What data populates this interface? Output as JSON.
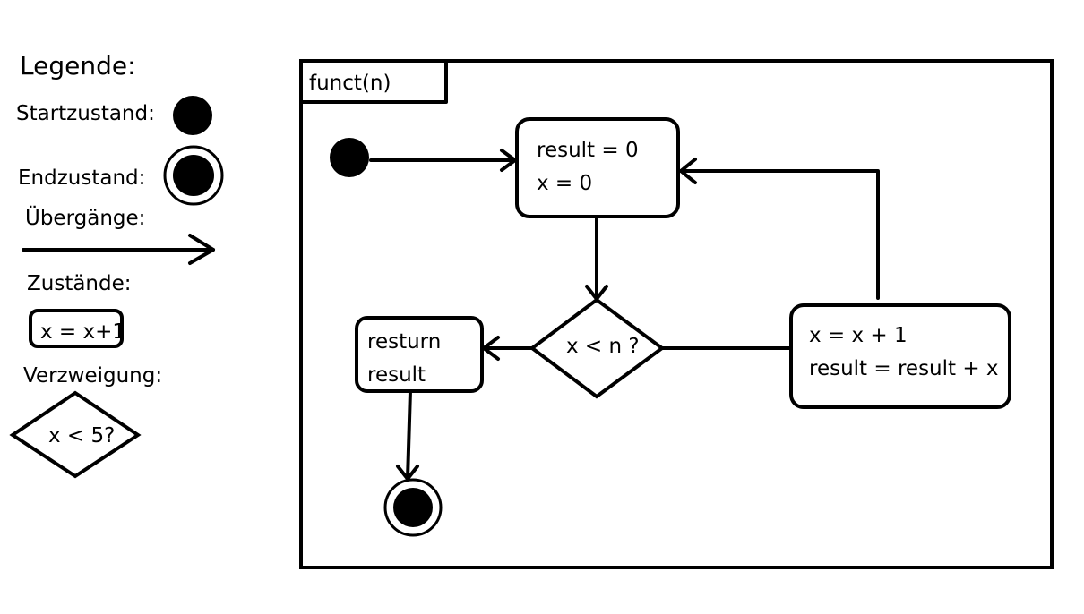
{
  "legend": {
    "title": "Legende:",
    "start_label": "Startzustand:",
    "end_label": "Endzustand:",
    "transition_label": "Übergänge:",
    "state_label": "Zustände:",
    "state_example": "x = x+1",
    "branch_label": "Verzweigung:",
    "branch_example": "x < 5?"
  },
  "diagram": {
    "frame_title": "funct(n)",
    "init_state": {
      "line1": "result = 0",
      "line2": "x = 0"
    },
    "decision": "x < n ?",
    "return_state": {
      "line1": "resturn",
      "line2": "result"
    },
    "update_state": {
      "line1": "x = x + 1",
      "line2": "result = result + x"
    }
  }
}
